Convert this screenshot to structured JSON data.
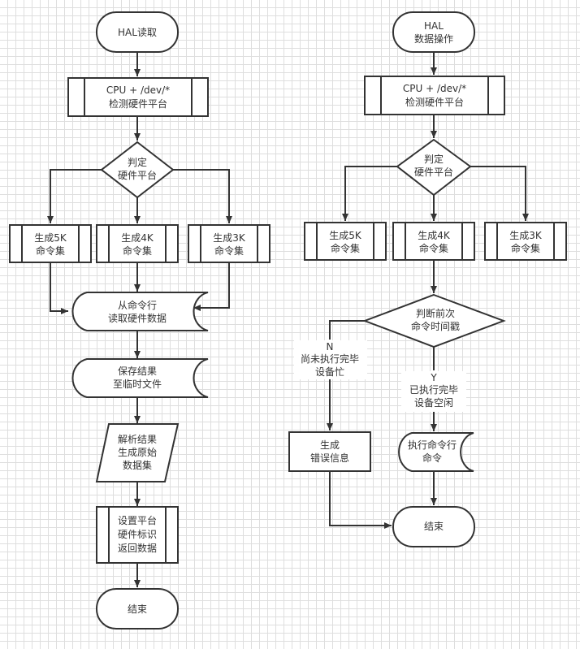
{
  "diagram": {
    "left": {
      "start": "HAL读取",
      "detect": {
        "line1": "CPU + /dev/*",
        "line2": "检测硬件平台"
      },
      "decision": {
        "line1": "判定",
        "line2": "硬件平台"
      },
      "gen5k": {
        "line1": "生成5K",
        "line2": "命令集"
      },
      "gen4k": {
        "line1": "生成4K",
        "line2": "命令集"
      },
      "gen3k": {
        "line1": "生成3K",
        "line2": "命令集"
      },
      "read_cmd": {
        "line1": "从命令行",
        "line2": "读取硬件数据"
      },
      "save": {
        "line1": "保存结果",
        "line2": "至临时文件"
      },
      "parse": {
        "line1": "解析结果",
        "line2": "生成原始",
        "line3": "数据集"
      },
      "setup": {
        "line1": "设置平台",
        "line2": "硬件标识",
        "line3": "返回数据"
      },
      "end": "结束"
    },
    "right": {
      "start": {
        "line1": "HAL",
        "line2": "数据操作"
      },
      "detect": {
        "line1": "CPU + /dev/*",
        "line2": "检测硬件平台"
      },
      "decision": {
        "line1": "判定",
        "line2": "硬件平台"
      },
      "gen5k": {
        "line1": "生成5K",
        "line2": "命令集"
      },
      "gen4k": {
        "line1": "生成4K",
        "line2": "命令集"
      },
      "gen3k": {
        "line1": "生成3K",
        "line2": "命令集"
      },
      "decision2": {
        "line1": "判断前次",
        "line2": "命令时间戳"
      },
      "label_n": {
        "head": "N",
        "line1": "尚未执行完毕",
        "line2": "设备忙"
      },
      "label_y": {
        "head": "Y",
        "line1": "已执行完毕",
        "line2": "设备空闲"
      },
      "error": {
        "line1": "生成",
        "line2": "错误信息"
      },
      "exec": {
        "line1": "执行命令行",
        "line2": "命令"
      },
      "end": "结束"
    }
  }
}
